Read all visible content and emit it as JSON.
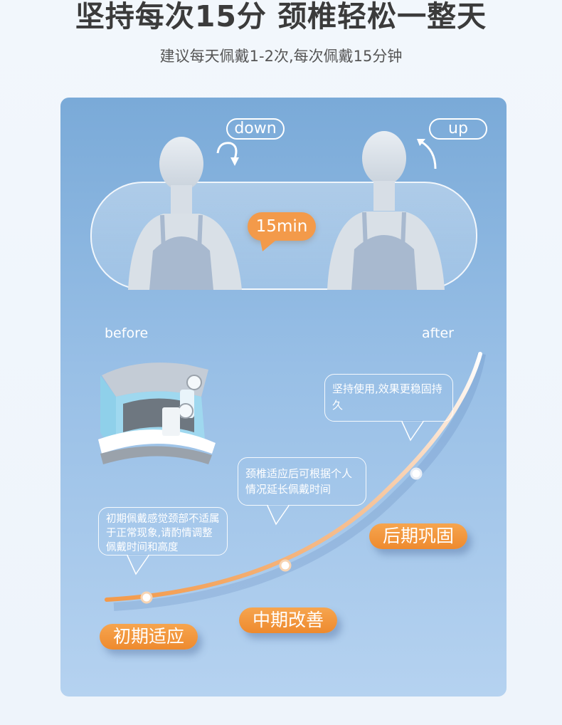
{
  "header": {
    "title": "坚持每次15分 颈椎轻松一整天",
    "subtitle": "建议每天佩戴1-2次,每次佩戴15分钟"
  },
  "demo": {
    "down_label": "down",
    "up_label": "up",
    "time_label": "15min"
  },
  "progress": {
    "before_label": "before",
    "after_label": "after",
    "notes": [
      "初期佩戴感觉颈部不适属于正常现象,请酌情调整佩戴时间和高度",
      "颈椎适应后可根据个人情况延长佩戴时间",
      "坚持使用,效果更稳固持久"
    ],
    "stages": [
      "初期适应",
      "中期改善",
      "后期巩固"
    ]
  },
  "colors": {
    "accent": "#f39a4a",
    "panel_top": "#7aaad8",
    "panel_bottom": "#b5d2f0",
    "title_text": "#3b3b3b"
  }
}
